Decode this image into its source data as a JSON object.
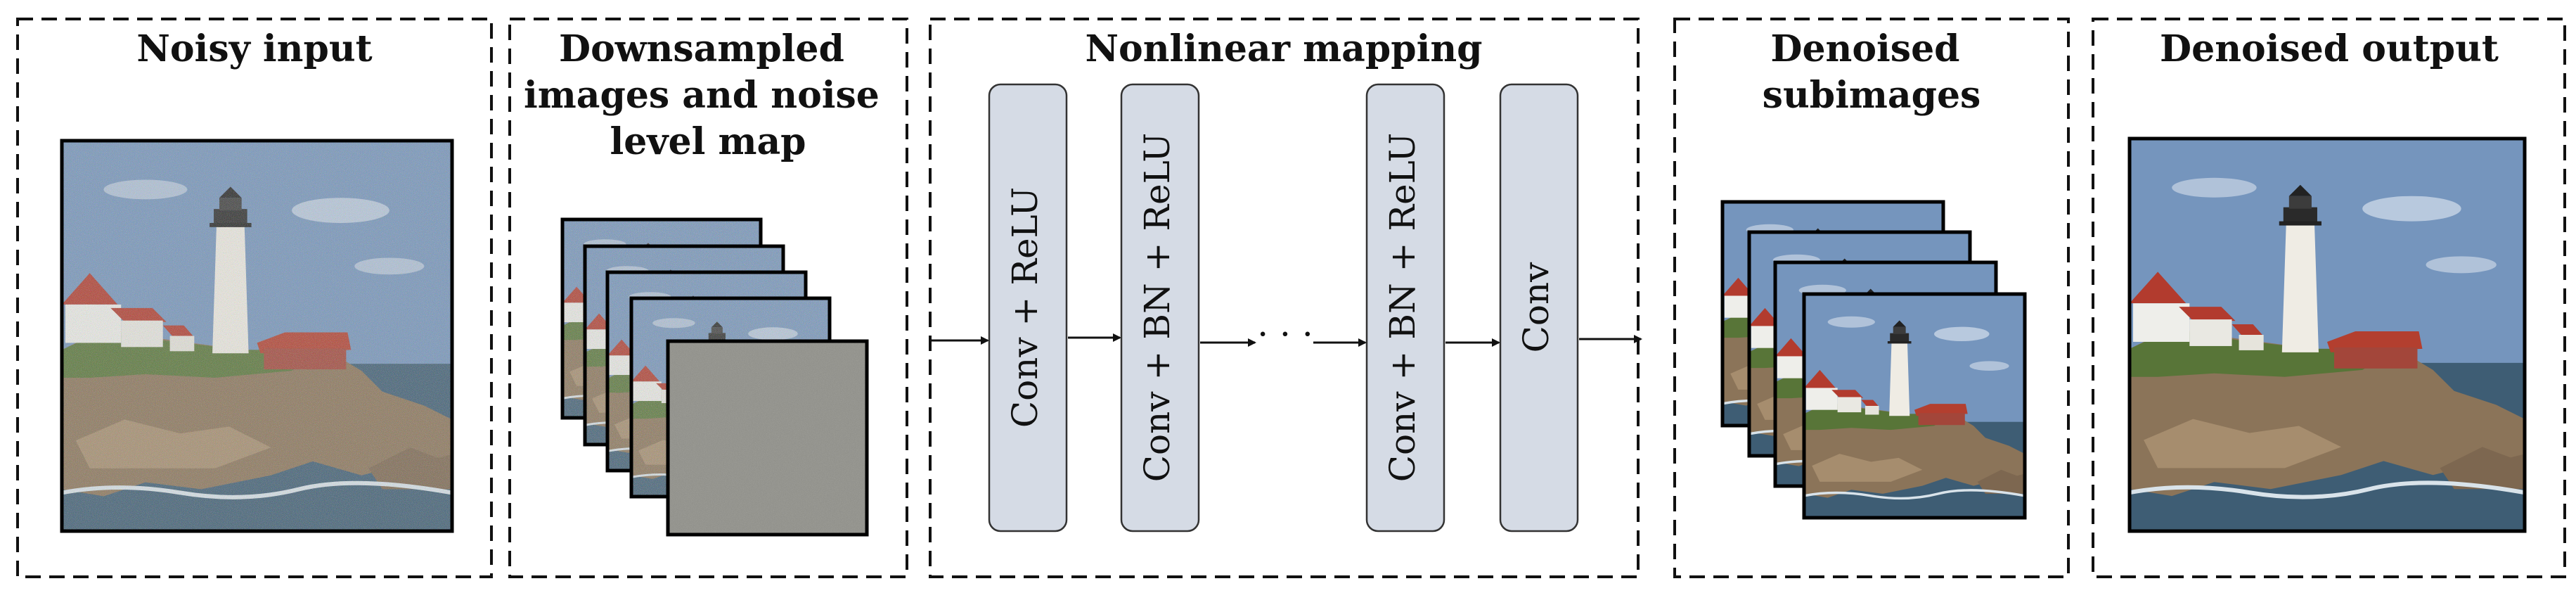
{
  "panels": {
    "noisy_input": {
      "title": [
        "Noisy input"
      ]
    },
    "downsampled": {
      "title": [
        "Downsampled",
        "images and noise",
        "level map"
      ]
    },
    "nonlinear": {
      "title": [
        "Nonlinear mapping"
      ]
    },
    "denoised_sub": {
      "title": [
        "Denoised",
        "subimages"
      ]
    },
    "denoised_output": {
      "title": [
        "Denoised output"
      ]
    }
  },
  "layers": [
    {
      "label": "Conv + ReLU"
    },
    {
      "label": "Conv + BN + ReLU"
    },
    {
      "label": "Conv + BN + ReLU"
    },
    {
      "label": "Conv"
    }
  ],
  "ellipsis": "· · ·",
  "colors": {
    "block_fill": "#d5dbe5",
    "sky": "#6f8fb8",
    "sea": "#3c5a70",
    "rock": "#8a7258",
    "grass": "#4f6a34",
    "tower": "#ece9e2",
    "roof": "#b03a2e",
    "noise_map": "#8d8d86"
  },
  "icons": {
    "photo": "lighthouse-photo-icon",
    "noise": "noise-level-map-icon"
  }
}
